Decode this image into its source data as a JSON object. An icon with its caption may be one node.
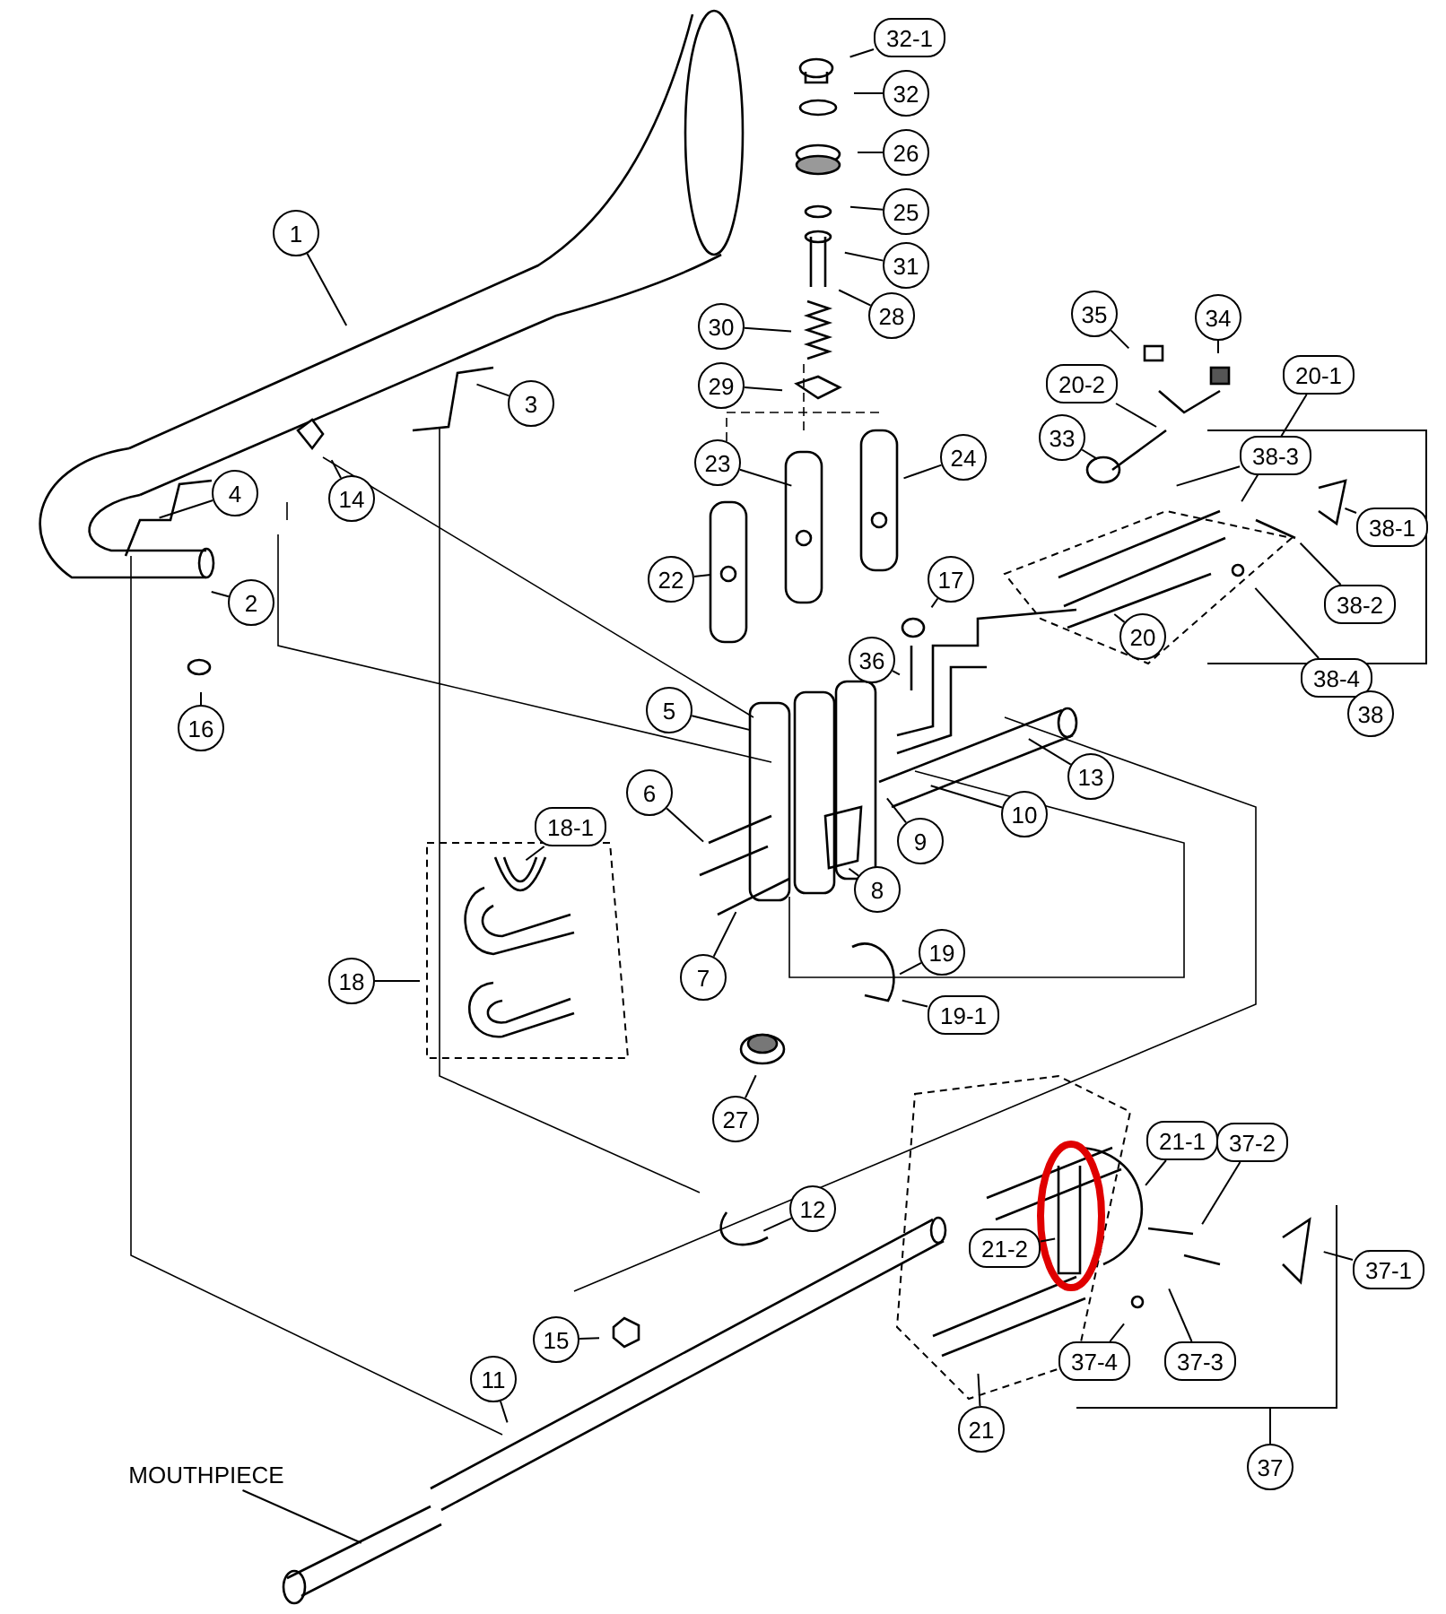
{
  "diagram": {
    "nodes": [
      {
        "text": [
          "32-1"
        ]
      },
      {
        "text": [
          "32"
        ]
      },
      {
        "text": [
          "26"
        ]
      },
      {
        "text": [
          "25"
        ]
      },
      {
        "text": [
          "31"
        ]
      },
      {
        "text": [
          "28"
        ]
      },
      {
        "text": [
          "30"
        ]
      },
      {
        "text": [
          "34"
        ]
      },
      {
        "text": [
          "35"
        ]
      },
      {
        "text": [
          "29"
        ]
      },
      {
        "text": [
          "20-1"
        ]
      },
      {
        "text": [
          "20-2"
        ]
      },
      {
        "text": [
          "3"
        ]
      },
      {
        "text": [
          "33"
        ]
      },
      {
        "text": [
          "1"
        ]
      },
      {
        "text": [
          "38-3"
        ]
      },
      {
        "text": [
          "24"
        ]
      },
      {
        "text": [
          "23"
        ]
      },
      {
        "text": [
          "4"
        ]
      },
      {
        "text": [
          "14"
        ]
      },
      {
        "text": [
          "38-1"
        ]
      },
      {
        "text": [
          "22"
        ]
      },
      {
        "text": [
          "17"
        ]
      },
      {
        "text": [
          "2"
        ]
      },
      {
        "text": [
          "38-2"
        ]
      },
      {
        "text": [
          "20"
        ]
      },
      {
        "text": [
          "36"
        ]
      },
      {
        "text": [
          "38-4"
        ]
      },
      {
        "text": [
          "5"
        ]
      },
      {
        "text": [
          "16"
        ]
      },
      {
        "text": [
          "38"
        ]
      },
      {
        "text": [
          "13"
        ]
      },
      {
        "text": [
          "6"
        ]
      },
      {
        "text": [
          "10"
        ]
      },
      {
        "text": [
          "18-1"
        ]
      },
      {
        "text": [
          "9"
        ]
      },
      {
        "text": [
          "8"
        ]
      },
      {
        "text": [
          "19"
        ]
      },
      {
        "text": [
          "7"
        ]
      },
      {
        "text": [
          "18"
        ]
      },
      {
        "text": [
          "19-1"
        ]
      },
      {
        "text": [
          "27"
        ]
      },
      {
        "text": [
          "21-1"
        ]
      },
      {
        "text": [
          "37-2"
        ]
      },
      {
        "text": [
          "12"
        ]
      },
      {
        "text": [
          "21-2"
        ]
      },
      {
        "text": [
          "37-1"
        ]
      },
      {
        "text": [
          "15"
        ]
      },
      {
        "text": [
          "37-4"
        ]
      },
      {
        "text": [
          "37-3"
        ]
      },
      {
        "text": [
          "11"
        ]
      },
      {
        "text": [
          "21"
        ]
      },
      {
        "text": [
          "37"
        ]
      },
      {
        "text": [
          "MOUTHPIECE"
        ]
      }
    ],
    "edges": [
      {
        "from": 0,
        "to": null,
        "arrow": "none"
      },
      {
        "from": 1,
        "to": null,
        "arrow": "none"
      },
      {
        "from": 2,
        "to": null,
        "arrow": "none"
      },
      {
        "from": 3,
        "to": null,
        "arrow": "none"
      },
      {
        "from": 4,
        "to": null,
        "arrow": "none"
      },
      {
        "from": 5,
        "to": null,
        "arrow": "none"
      },
      {
        "from": 6,
        "to": null,
        "arrow": "none"
      },
      {
        "from": 7,
        "to": null,
        "arrow": "none"
      },
      {
        "from": 8,
        "to": null,
        "arrow": "none"
      },
      {
        "from": 9,
        "to": null,
        "arrow": "none"
      },
      {
        "from": 10,
        "to": null,
        "arrow": "none"
      },
      {
        "from": 11,
        "to": null,
        "arrow": "none"
      },
      {
        "from": 12,
        "to": null,
        "arrow": "none"
      },
      {
        "from": 13,
        "to": null,
        "arrow": "none"
      },
      {
        "from": 14,
        "to": null,
        "arrow": "none"
      },
      {
        "from": 15,
        "to": null,
        "arrow": "none"
      },
      {
        "from": 16,
        "to": null,
        "arrow": "none"
      },
      {
        "from": 17,
        "to": null,
        "arrow": "none"
      },
      {
        "from": 18,
        "to": null,
        "arrow": "none"
      },
      {
        "from": 19,
        "to": null,
        "arrow": "none"
      },
      {
        "from": 20,
        "to": null,
        "arrow": "none"
      },
      {
        "from": 21,
        "to": null,
        "arrow": "none"
      },
      {
        "from": 22,
        "to": null,
        "arrow": "none"
      },
      {
        "from": 23,
        "to": null,
        "arrow": "none"
      },
      {
        "from": 24,
        "to": null,
        "arrow": "none"
      },
      {
        "from": 25,
        "to": null,
        "arrow": "none"
      },
      {
        "from": 26,
        "to": null,
        "arrow": "none"
      },
      {
        "from": 27,
        "to": null,
        "arrow": "none"
      },
      {
        "from": 28,
        "to": null,
        "arrow": "none"
      },
      {
        "from": 29,
        "to": null,
        "arrow": "none"
      },
      {
        "from": 31,
        "to": null,
        "arrow": "none"
      },
      {
        "from": 32,
        "to": null,
        "arrow": "none"
      },
      {
        "from": 33,
        "to": null,
        "arrow": "none"
      },
      {
        "from": 34,
        "to": null,
        "arrow": "none"
      },
      {
        "from": 35,
        "to": null,
        "arrow": "none"
      },
      {
        "from": 36,
        "to": null,
        "arrow": "none"
      },
      {
        "from": 37,
        "to": null,
        "arrow": "none"
      },
      {
        "from": 38,
        "to": null,
        "arrow": "none"
      },
      {
        "from": 39,
        "to": null,
        "arrow": "none"
      },
      {
        "from": 40,
        "to": null,
        "arrow": "none"
      },
      {
        "from": 41,
        "to": null,
        "arrow": "none"
      },
      {
        "from": 42,
        "to": null,
        "arrow": "none"
      },
      {
        "from": 43,
        "to": null,
        "arrow": "none"
      },
      {
        "from": 44,
        "to": null,
        "arrow": "none"
      },
      {
        "from": 45,
        "to": null,
        "arrow": "none"
      },
      {
        "from": 46,
        "to": null,
        "arrow": "none"
      },
      {
        "from": 47,
        "to": null,
        "arrow": "none"
      },
      {
        "from": 48,
        "to": null,
        "arrow": "none"
      },
      {
        "from": 49,
        "to": null,
        "arrow": "none"
      },
      {
        "from": 50,
        "to": null,
        "arrow": "none"
      },
      {
        "from": 51,
        "to": null,
        "arrow": "none"
      },
      {
        "from": 53,
        "to": null,
        "arrow": "none"
      }
    ]
  }
}
